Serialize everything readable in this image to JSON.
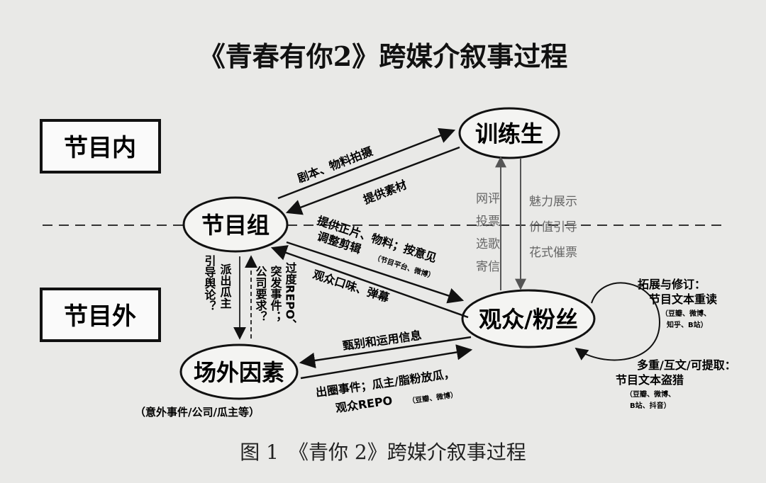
{
  "title": "《青春有你2》跨媒介叙事过程",
  "caption": "图 1　《青你 2》跨媒介叙事过程",
  "regions": {
    "inside": "节目内",
    "outside": "节目外"
  },
  "nodes": {
    "trainee": "训练生",
    "program_team": "节目组",
    "audience": "观众/粉丝",
    "external": "场外因素",
    "external_note": "（意外事件/公司/瓜主等）"
  },
  "edges": {
    "script_shooting": "剧本、物料拍摄",
    "provide_material": "提供素材",
    "vote_labels": [
      "网评",
      "投票",
      "选歌",
      "寄信"
    ],
    "charm_labels": [
      "魅力展示",
      "价值引导",
      "花式催票"
    ],
    "program_to_audience_1": "提供正片、物料；按意见",
    "program_to_audience_2": "调整剪辑",
    "program_to_audience_note": "（节目平台、微博）",
    "audience_taste": "观众口味、弹幕",
    "send_gossip": [
      "派出瓜主",
      "引导舆论？"
    ],
    "repo_lines": [
      "过度REPO、",
      "突发事件；",
      "公司要求？"
    ],
    "screen_info": "甄别和运用信息",
    "breakout_1": "出圈事件；瓜主/脂粉放瓜，",
    "breakout_2": "观众REPO",
    "breakout_note": "（豆瓣、微博）",
    "extend_title": "拓展与修订：",
    "extend_sub": "节目文本重读",
    "extend_note_1": "（豆瓣、微博、",
    "extend_note_2": "知乎、B站）",
    "poach_title": "多重/互文/可提取：",
    "poach_sub": "节目文本盗猎",
    "poach_note_1": "（豆瓣、微博、",
    "poach_note_2": "B站、抖音）"
  }
}
